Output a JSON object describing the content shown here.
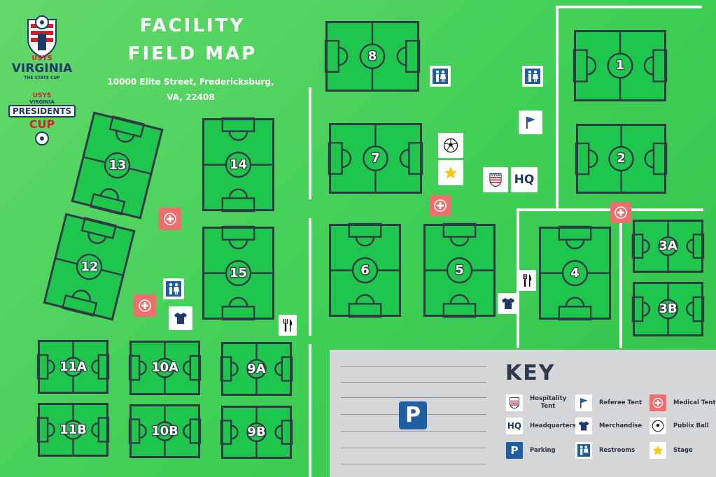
{
  "header": {
    "title_line1": "FACILITY",
    "title_line2": "FIELD MAP",
    "address_line1": "10000 Elite Street, Fredericksburg,",
    "address_line2": "VA, 22408"
  },
  "logos": {
    "state_cup": {
      "line1": "USYS",
      "line2": "VIRGINIA",
      "line3": "THE STATE CUP"
    },
    "presidents_cup": {
      "line1": "USYS",
      "line2": "VIRGINIA",
      "line3": "PRESIDENTS",
      "line4": "CUP"
    }
  },
  "fields": [
    "1",
    "2",
    "3A",
    "3B",
    "4",
    "5",
    "6",
    "7",
    "8",
    "9A",
    "9B",
    "10A",
    "10B",
    "11A",
    "11B",
    "12",
    "13",
    "14",
    "15"
  ],
  "map_icons": {
    "hq_label": "HQ",
    "vysa_label": "VYSA",
    "parking_label": "P"
  },
  "key": {
    "title": "KEY",
    "items": [
      {
        "label": "Hospitality Tent",
        "icon": "vysa-icon"
      },
      {
        "label": "Referee Tent",
        "icon": "flag-icon"
      },
      {
        "label": "Medical Tent",
        "icon": "medical-cross-icon"
      },
      {
        "label": "Headquarters",
        "icon": "hq-icon",
        "icon_text": "HQ"
      },
      {
        "label": "Merchandise",
        "icon": "tshirt-icon"
      },
      {
        "label": "Publix Ball",
        "icon": "soccer-ball-icon"
      },
      {
        "label": "Parking",
        "icon": "parking-icon",
        "icon_text": "P"
      },
      {
        "label": "Restrooms",
        "icon": "restroom-icon"
      },
      {
        "label": "Stage",
        "icon": "star-icon"
      }
    ]
  },
  "colors": {
    "grass": "#3fcf55",
    "field_fill": "#1fc64e",
    "field_line": "#2f3a45",
    "path": "#ffffff",
    "parking_lot": "#d4d6d8",
    "medical": "#f26d6d",
    "navy": "#1f3a68",
    "stage_star": "#f5c518"
  }
}
